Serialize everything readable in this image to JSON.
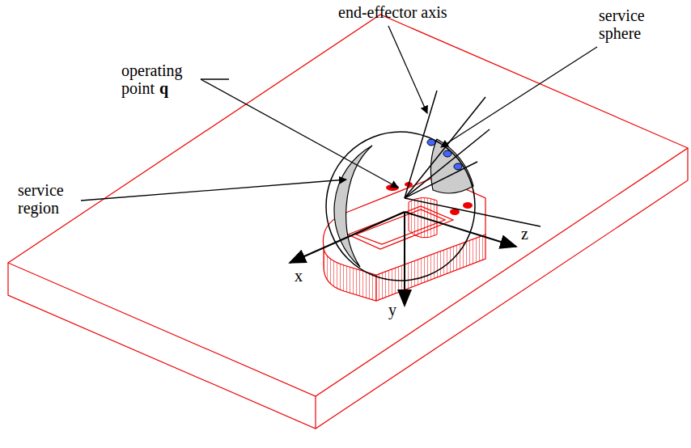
{
  "diagram": {
    "labels": [
      "end-effector axis",
      "service sphere",
      "operating point",
      "q",
      "service region",
      "x",
      "y",
      "z"
    ]
  }
}
